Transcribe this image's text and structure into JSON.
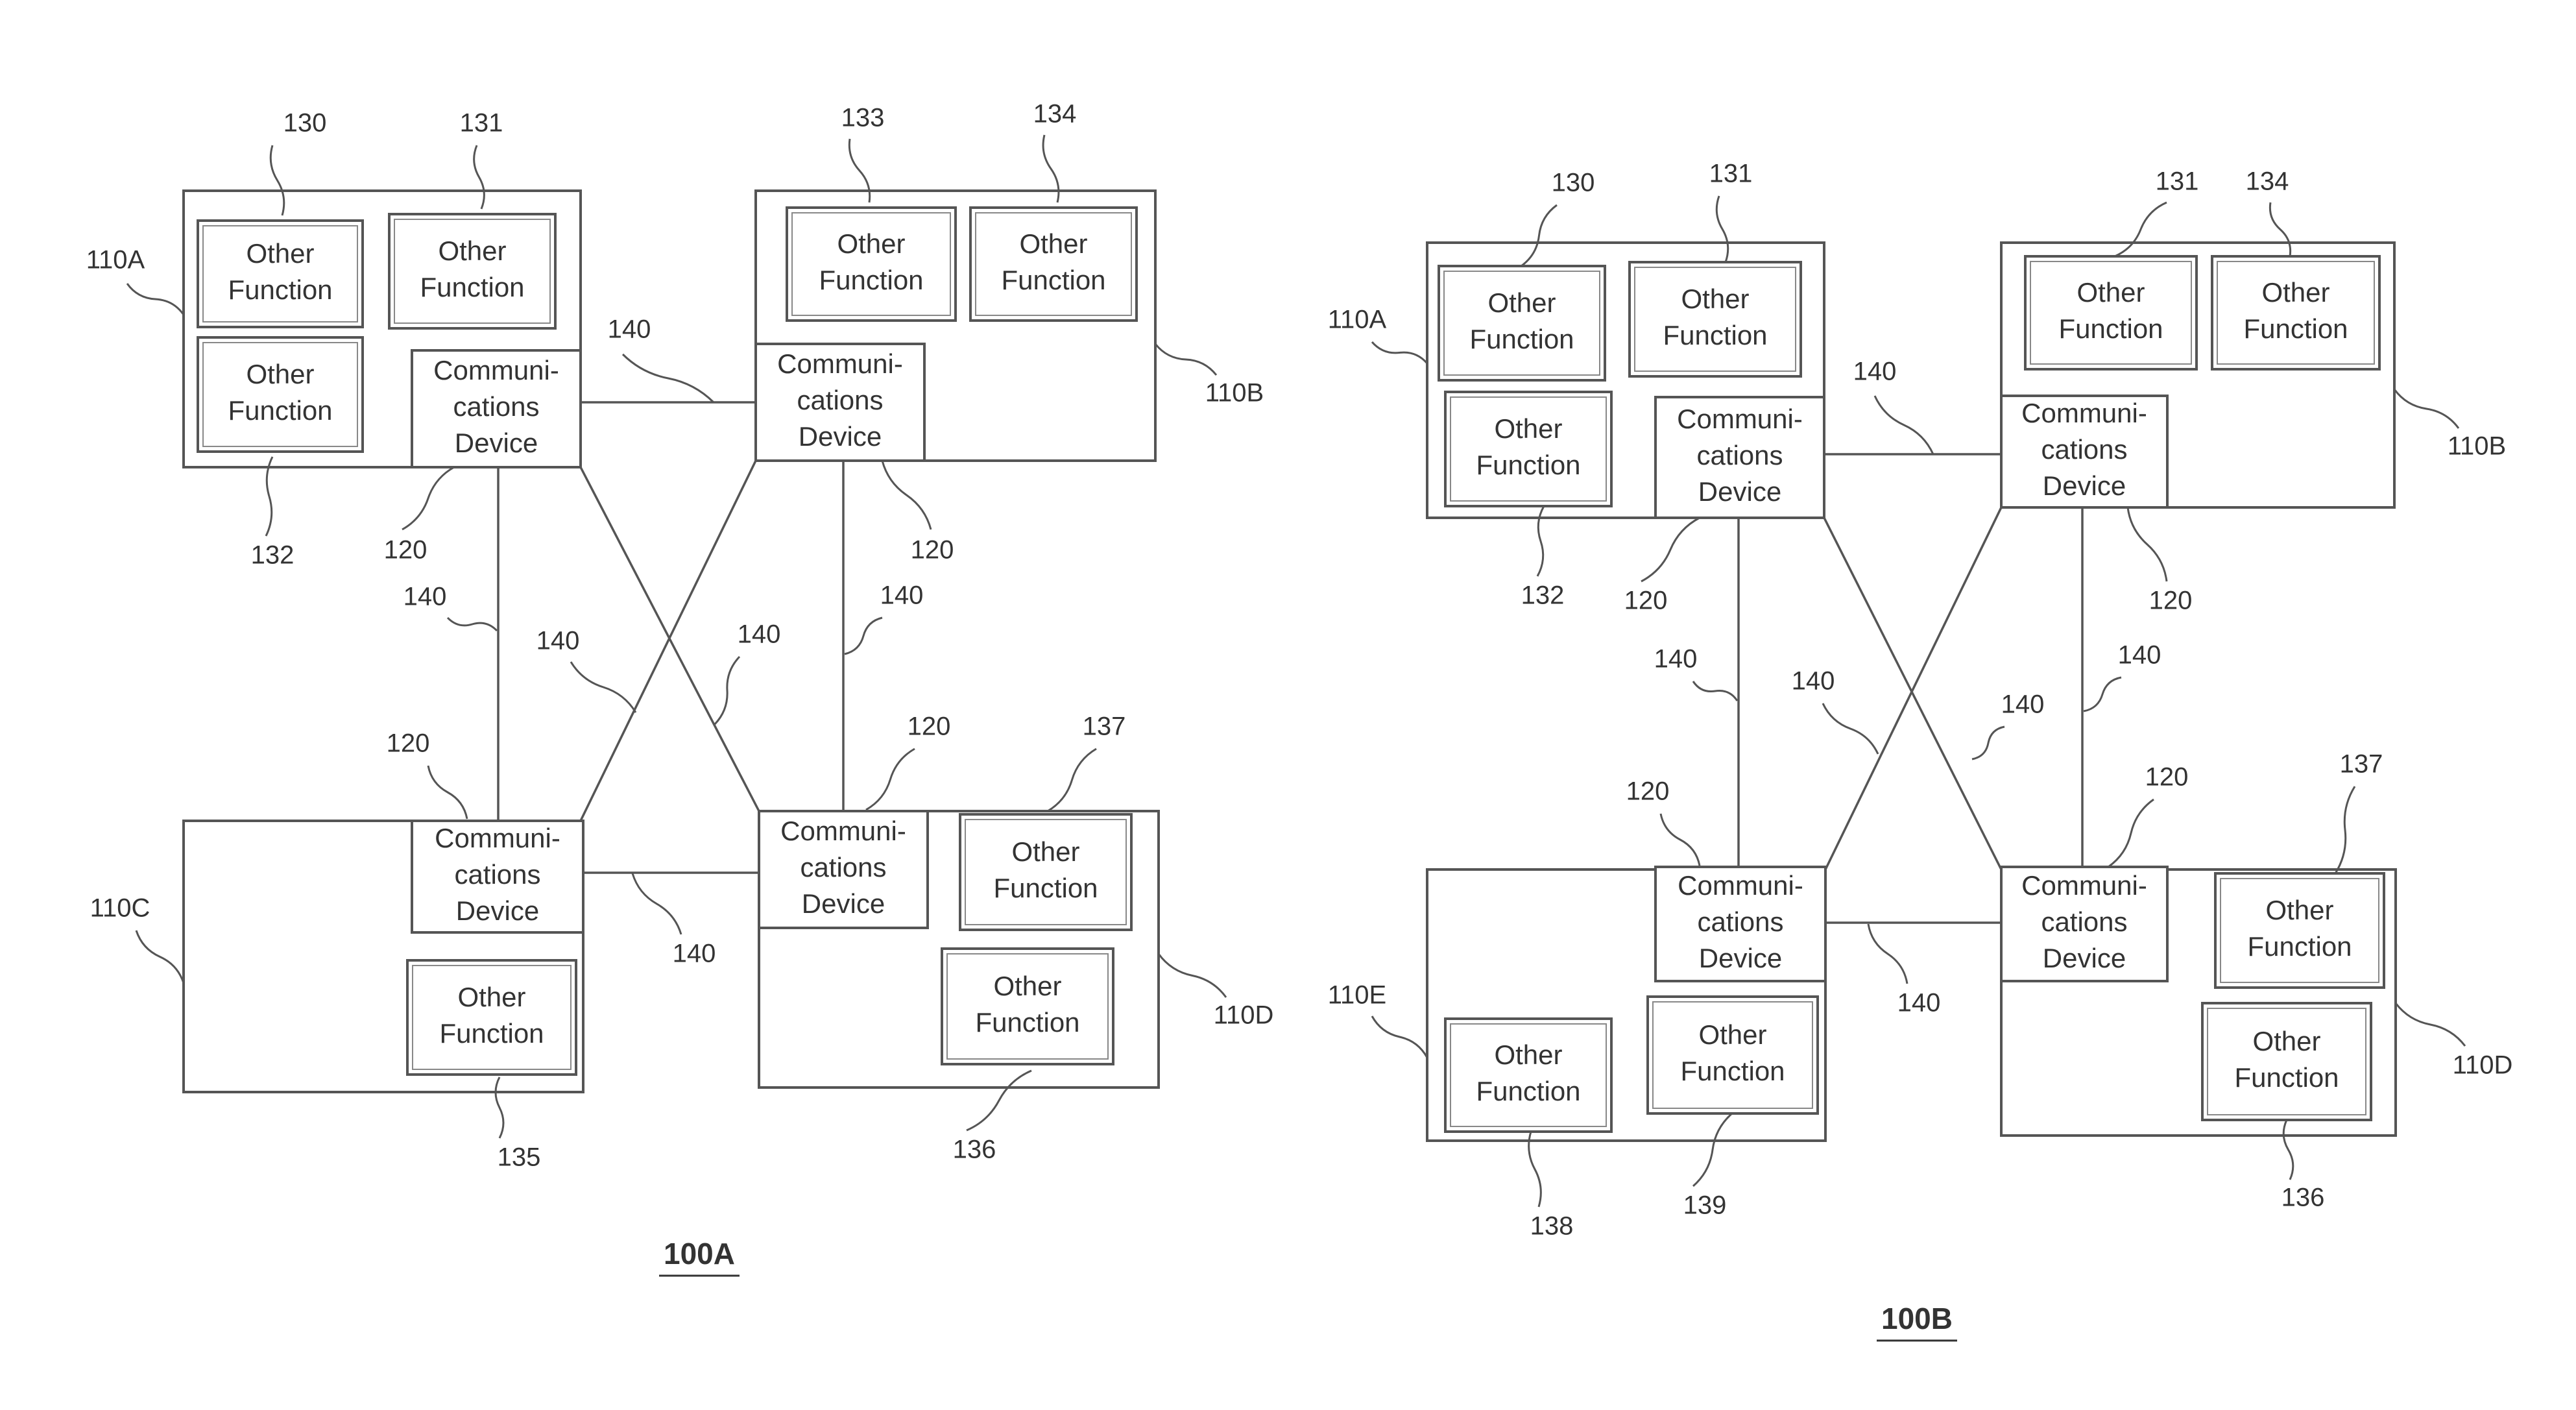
{
  "labels": {
    "other_function": [
      "Other",
      "Function"
    ],
    "communications_device": [
      "Communi-",
      "cations",
      "Device"
    ]
  },
  "figures": [
    {
      "id": "100A",
      "caption": "100A",
      "modules": [
        {
          "id": "110A",
          "label": "110A"
        },
        {
          "id": "110B",
          "label": "110B"
        },
        {
          "id": "110C",
          "label": "110C"
        },
        {
          "id": "110D",
          "label": "110D"
        }
      ],
      "ref_numbers": [
        "130",
        "131",
        "132",
        "133",
        "134",
        "135",
        "136",
        "137",
        "120",
        "140"
      ]
    },
    {
      "id": "100B",
      "caption": "100B",
      "modules": [
        {
          "id": "110A",
          "label": "110A"
        },
        {
          "id": "110B",
          "label": "110B"
        },
        {
          "id": "110E",
          "label": "110E"
        },
        {
          "id": "110D",
          "label": "110D"
        }
      ],
      "ref_numbers": [
        "130",
        "131",
        "132",
        "134",
        "136",
        "137",
        "138",
        "139",
        "120",
        "140"
      ]
    }
  ]
}
